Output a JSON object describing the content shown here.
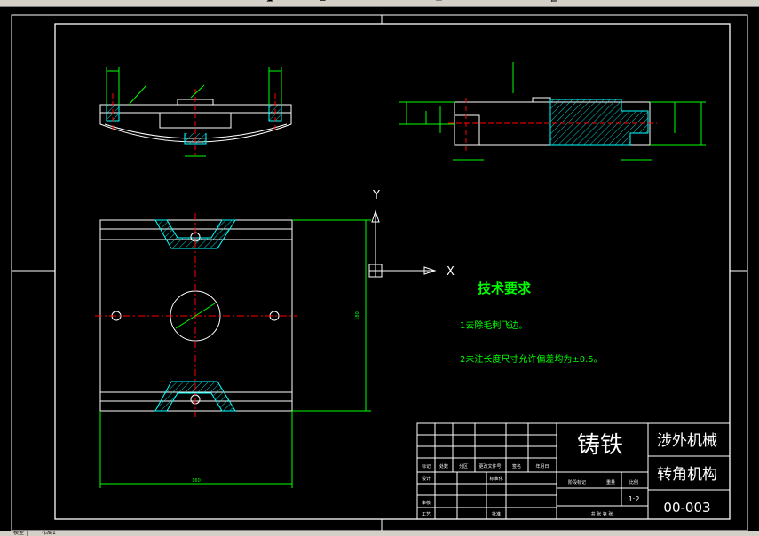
{
  "toolbar": {
    "icons": [
      "open-icon",
      "undo-icon",
      "layer-icon",
      "linetype-icon",
      "lineweight-icon"
    ]
  },
  "drawing": {
    "tech_title": "技术要求",
    "tech_req_1": "1去除毛刺飞边。",
    "tech_req_2": "2未注长度尺寸允许偏差均为±0.5。",
    "axis_y": "Y",
    "axis_x": "X",
    "dim_width": "160",
    "dim_height": "180"
  },
  "title_block": {
    "material": "铸铁",
    "company": "涉外机械",
    "part_name": "转角机构",
    "drawing_no": "00-003",
    "scale": "1:2",
    "row_labels": [
      "标记",
      "处数",
      "分区",
      "更改文件号",
      "签名",
      "年月日"
    ],
    "design": "设计",
    "standardize": "标准化",
    "review": "审核",
    "process": "工艺",
    "approve": "批准",
    "stage_label": "阶段标记",
    "weight": "重量",
    "scale_label": "比例",
    "sheets": "共 张 第 张"
  },
  "colors": {
    "frame": "#ffffff",
    "geometry": "#ffffff",
    "dimension": "#00ff00",
    "centerline": "#ff0000",
    "hatch": "#00ffff",
    "text": "#00ff00",
    "title": "#ffffff"
  },
  "statusbar": {
    "tab_model": "模型",
    "tab_layout": "布局1"
  }
}
